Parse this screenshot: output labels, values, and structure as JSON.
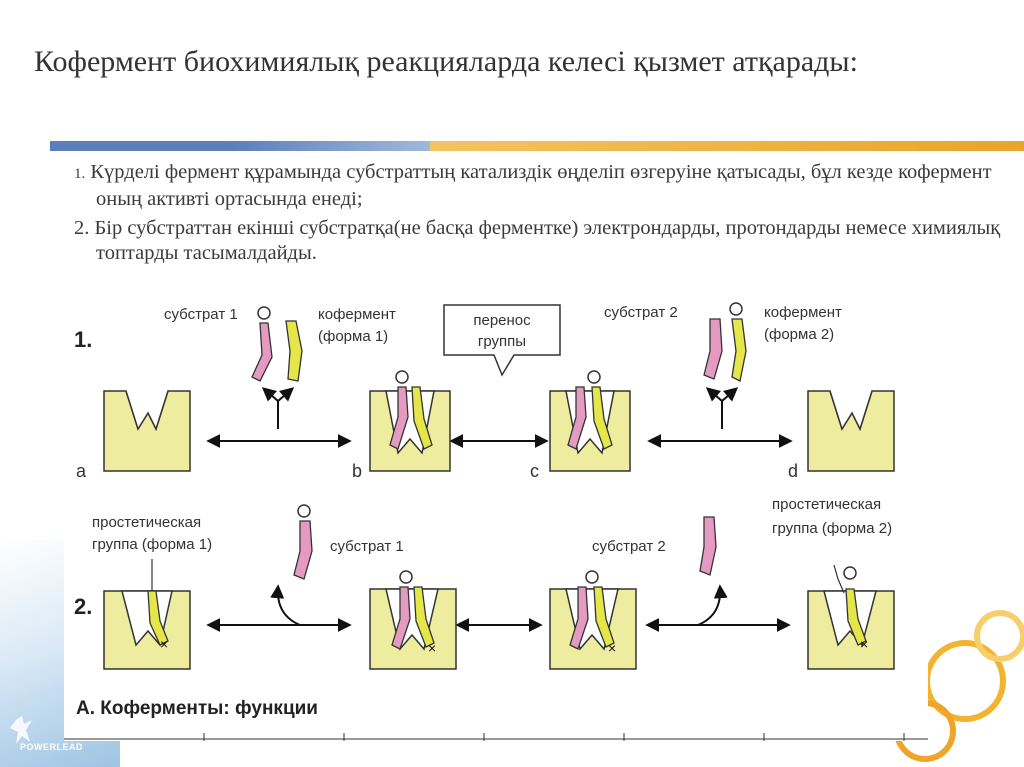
{
  "title": "Кофермент биохимиялық реакцияларда келесі қызмет атқарады:",
  "items": [
    {
      "num": "1.",
      "text": "Күрделі фермент құрамында субстраттың катализдік өңделіп өзгеруіне қатысады, бұл кезде кофермент оның активті ортасында енеді;"
    },
    {
      "num": "2.",
      "text": "Бір субстраттан екінші субстратқа(не басқа ферментке) электрондарды, протондарды немесе химиялық топтарды тасымалдайды."
    }
  ],
  "figure": {
    "row1_label": "1.",
    "row2_label": "2.",
    "substrate1": "субстрат 1",
    "coenzyme_form1_l1": "кофермент",
    "coenzyme_form1_l2": "(форма 1)",
    "transfer_l1": "перенос",
    "transfer_l2": "группы",
    "substrate2": "субстрат 2",
    "coenzyme_form2_l1": "кофермент",
    "coenzyme_form2_l2": "(форма 2)",
    "label_a": "a",
    "label_b": "b",
    "label_c": "c",
    "label_d": "d",
    "prosthetic1_l1": "простетическая",
    "prosthetic1_l2": "группа (форма 1)",
    "substrate1_row2": "субстрат 1",
    "substrate2_row2": "субстрат 2",
    "prosthetic2_l1": "простетическая",
    "prosthetic2_l2": "группа (форма 2)",
    "caption": "А. Коферменты: функции"
  },
  "logo_text": "POWERLEAD",
  "colors": {
    "enzyme_fill": "#eeec9e",
    "enzyme_stroke": "#333333",
    "substrate_pink": "#e59ac1",
    "coenzyme_yellow": "#e4e64a",
    "bar_blue": "#5b7fb8",
    "bar_orange": "#e9a52b"
  }
}
